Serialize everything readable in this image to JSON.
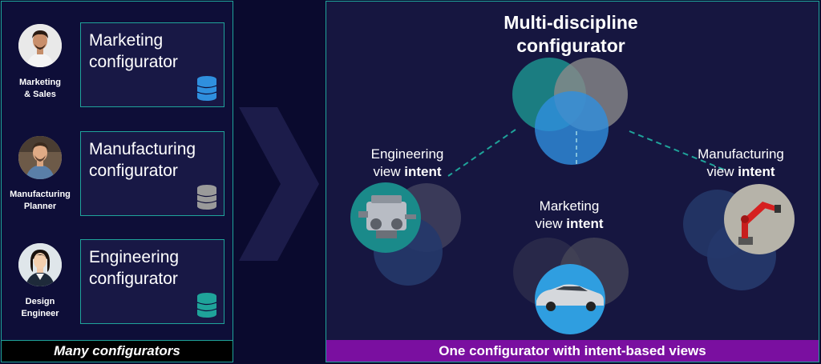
{
  "left": {
    "personas": [
      {
        "label_line1": "Marketing",
        "label_line2": "& Sales",
        "config_line1": "Marketing",
        "config_line2": "configurator",
        "db_color": "#2f8fde"
      },
      {
        "label_line1": "Manufacturing",
        "label_line2": "Planner",
        "config_line1": "Manufacturing",
        "config_line2": "configurator",
        "db_color": "#9a9a9a"
      },
      {
        "label_line1": "Design",
        "label_line2": "Engineer",
        "config_line1": "Engineering",
        "config_line2": "configurator",
        "db_color": "#1fa39a"
      }
    ],
    "footer": "Many configurators"
  },
  "right": {
    "title_line1": "Multi-discipline",
    "title_line2": "configurator",
    "engineering": {
      "line1": "Engineering",
      "line2_pre": "view ",
      "line2_bold": "intent"
    },
    "marketing": {
      "line1": "Marketing",
      "line2_pre": "view ",
      "line2_bold": "intent"
    },
    "manufacturing": {
      "line1": "Manufacturing",
      "line2_pre": "view ",
      "line2_bold": "intent"
    },
    "footer": "One configurator with intent-based views"
  },
  "colors": {
    "teal": "#1fa39a",
    "gray": "#9a9a9a",
    "blue": "#2f8fde",
    "purple": "#7a0fa0",
    "background": "#0a0a2e"
  },
  "icons": [
    "database-icon",
    "chevron-right-icon",
    "engine-icon",
    "car-icon",
    "robot-arm-icon"
  ]
}
